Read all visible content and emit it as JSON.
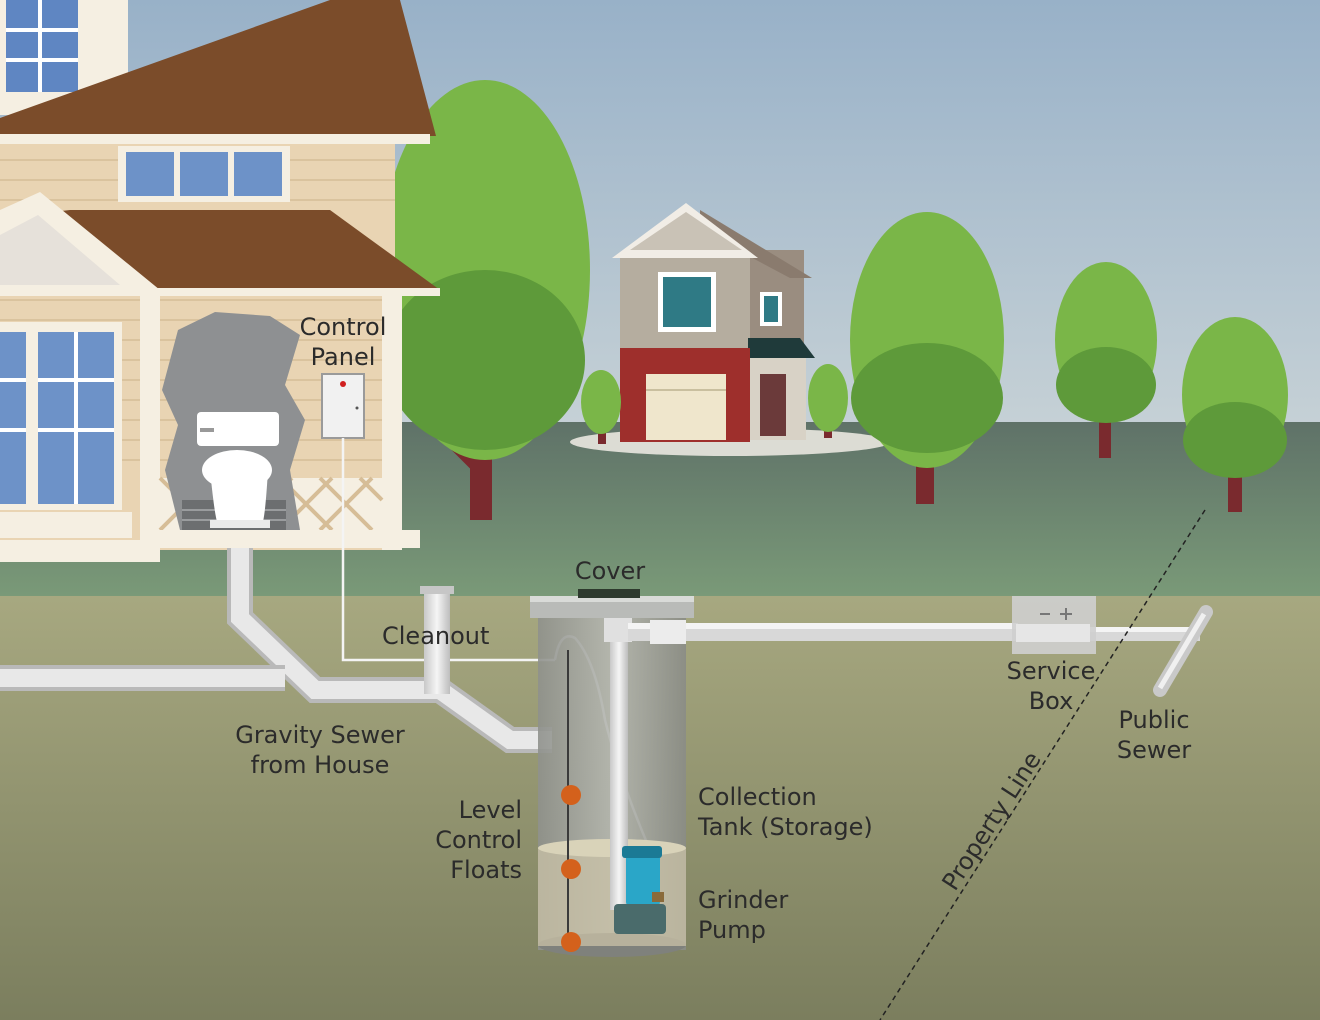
{
  "colors": {
    "sky_top": "#9fb6cc",
    "sky_bottom": "#c4d0d6",
    "lawn": "#6f8c76",
    "soil_top": "#a4a67e",
    "soil_bottom": "#7d8060",
    "pipe": "#dcdcdc",
    "tree": "#7ab648",
    "trunk": "#7a2a2e",
    "roof": "#7b4c2a",
    "siding": "#e9d4b3",
    "float": "#d4611c",
    "pump": "#2aa6c8"
  },
  "labels": {
    "control_panel": [
      "Control",
      "Panel"
    ],
    "cover": "Cover",
    "cleanout": "Cleanout",
    "gravity_sewer": [
      "Gravity Sewer",
      "from House"
    ],
    "level_control": [
      "Level",
      "Control",
      "Floats"
    ],
    "collection_tank": [
      "Collection",
      "Tank (Storage)"
    ],
    "grinder_pump": [
      "Grinder",
      "Pump"
    ],
    "service_box": [
      "Service",
      "Box"
    ],
    "public_sewer": [
      "Public",
      "Sewer"
    ],
    "property_line": "Property Line"
  }
}
